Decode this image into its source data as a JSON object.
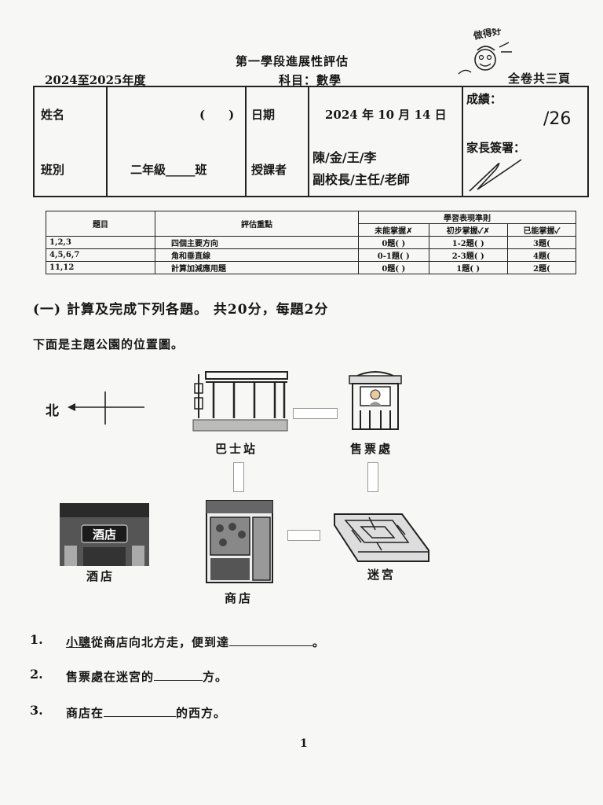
{
  "header": {
    "title": "第一學段進展性評估",
    "subject": "科目：數學",
    "year": "2024至2025年度",
    "pages": "全卷共三頁",
    "stamp_text": "做得好！"
  },
  "info_table": {
    "name_label": "姓名",
    "name_seat": "(　　)",
    "date_label": "日期",
    "date_value": "2024 年 10 月 14 日",
    "score_label": "成績：",
    "score_value": "/26",
    "class_label": "班別",
    "class_value": "二年級_____班",
    "teacher_label": "授課者",
    "teacher_names": "陳/金/王/李",
    "teacher_roles": "副校長/主任/老師",
    "parent_sign_label": "家長簽署："
  },
  "eval_table": {
    "col_topic": "題目",
    "col_focus": "評估重點",
    "col_standard": "學習表現準則",
    "col_level1": "未能掌握✗",
    "col_level2": "初步掌握✓✗",
    "col_level3": "已能掌握✓",
    "rows": [
      {
        "topic": "1,2,3",
        "focus": "四個主要方向",
        "l1": "0題(  )",
        "l2": "1-2題(  )",
        "l3": "3題("
      },
      {
        "topic": "4,5,6,7",
        "focus": "角和垂直線",
        "l1": "0-1題(  )",
        "l2": "2-3題(  )",
        "l3": "4題("
      },
      {
        "topic": "11,12",
        "focus": "計算加減應用題",
        "l1": "0題(  )",
        "l2": "1題(  )",
        "l3": "2題("
      }
    ]
  },
  "section": {
    "heading": "(一) 計算及完成下列各題。 共20分，每題2分",
    "intro": "下面是主題公園的位置圖。"
  },
  "map": {
    "north_label": "北",
    "places": {
      "bus_station": "巴士站",
      "ticket_office": "售票處",
      "hotel": "酒店",
      "hotel_sign": "酒店",
      "shop": "商店",
      "maze": "迷宮"
    }
  },
  "questions": [
    {
      "num": "1.",
      "pre_ul": "小聰",
      "text": "從商店向北方走，便到達",
      "post": "。"
    },
    {
      "num": "2.",
      "text": "售票處在迷宮的",
      "post": "方。"
    },
    {
      "num": "3.",
      "text": "商店在",
      "post": "的西方。"
    }
  ],
  "page_number": "1"
}
